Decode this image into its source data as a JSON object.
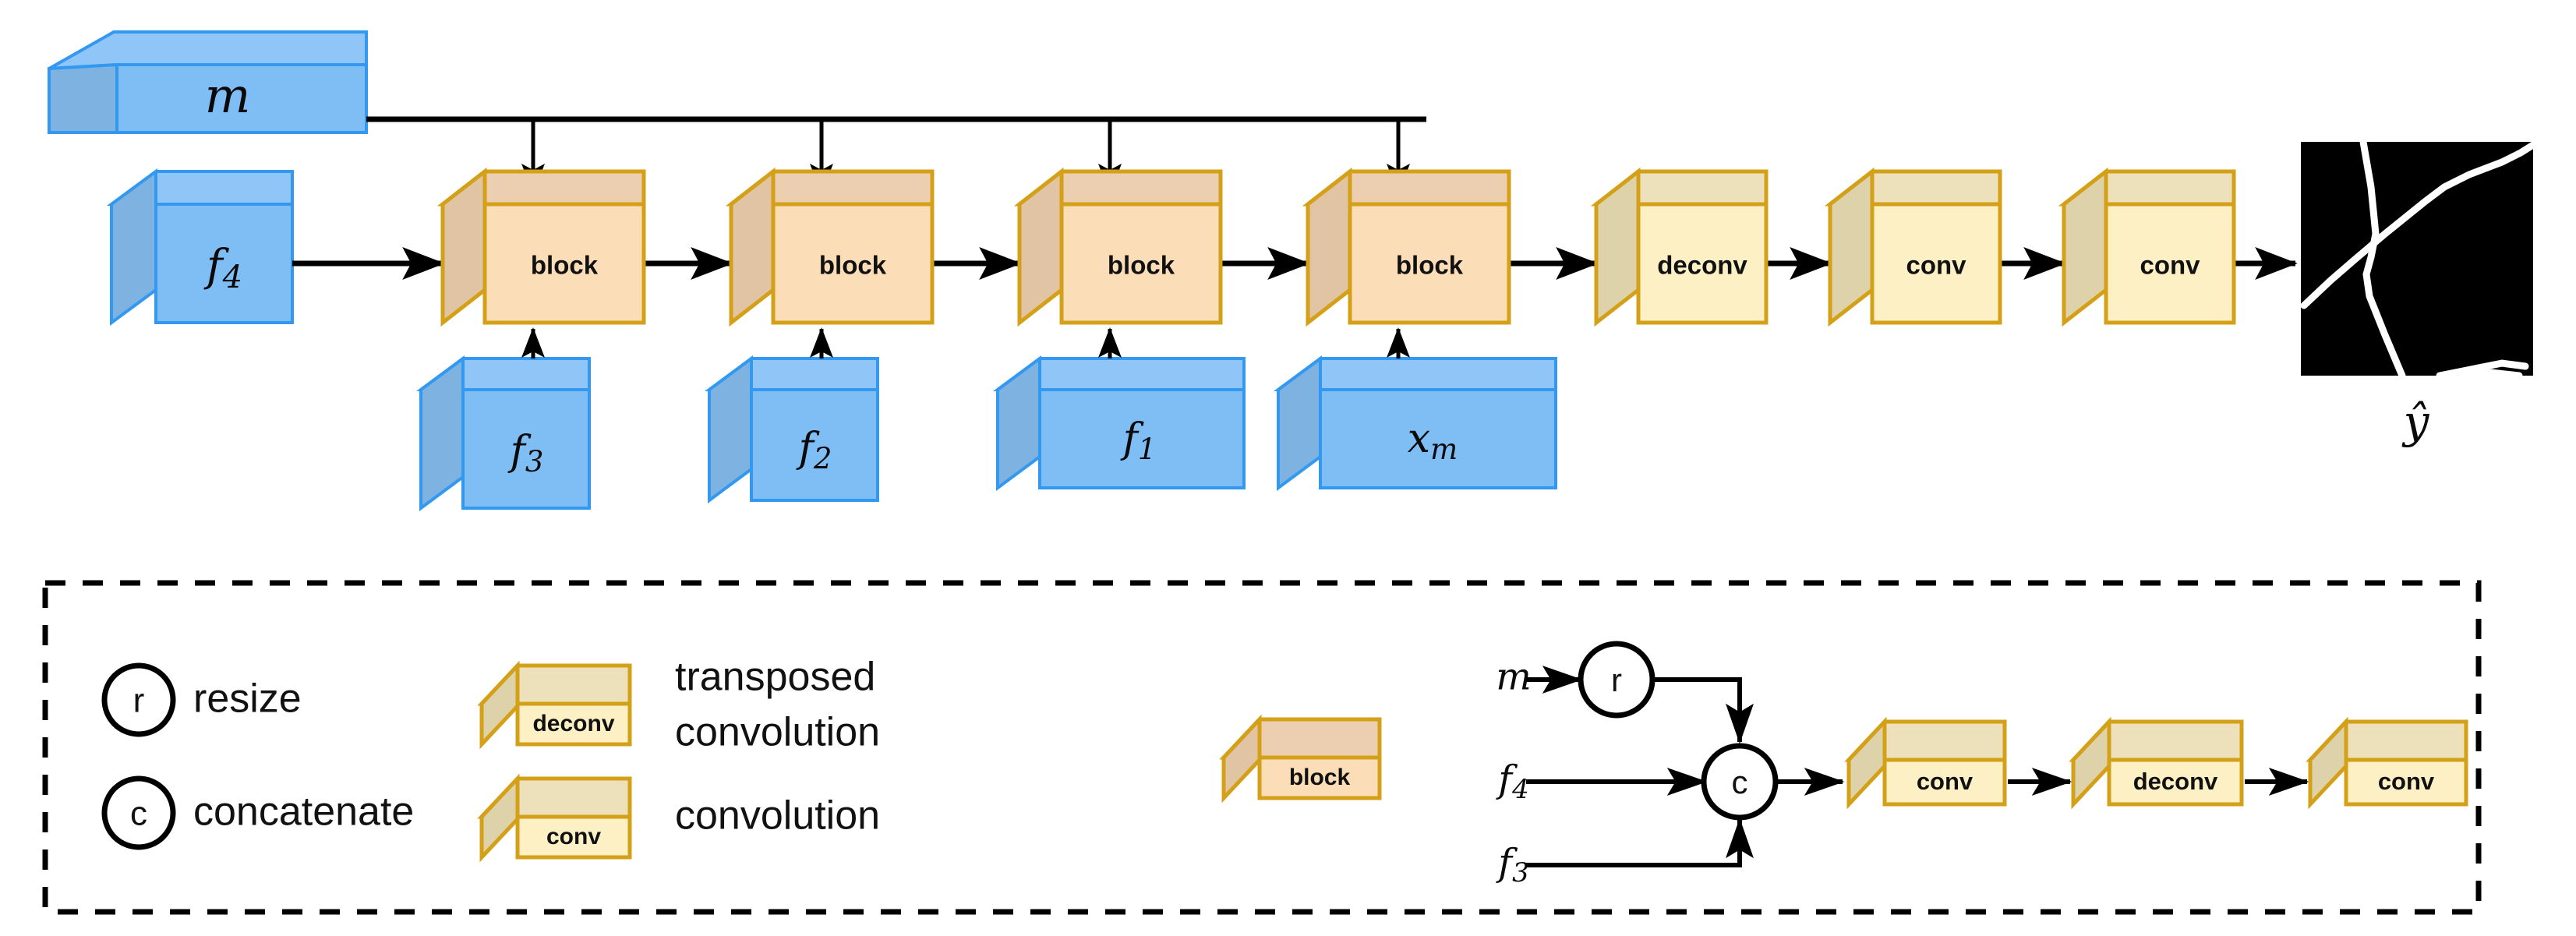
{
  "figure": {
    "title": "",
    "type": "neural-network-architecture-diagram",
    "background": "#ffffff"
  },
  "colors": {
    "blue_front": "#7fbdf5",
    "blue_top": "#8fc6f7",
    "blue_side": "#7eb2e0",
    "blue_stroke": "#3399f0",
    "block_front": "#fbddb8",
    "block_top": "#eccfb0",
    "block_side": "#e0c4a4",
    "conv_front": "#fcf0c4",
    "conv_top": "#ece1bb",
    "conv_side": "#ded2ab",
    "gold_stroke": "#d4a017",
    "arrow": "#000000",
    "image_bg": "#000000",
    "image_line": "#ffffff"
  },
  "main_flow": {
    "mask_box": {
      "label": "m",
      "kind": "blue-slab"
    },
    "feature_in": {
      "label": "f4",
      "base": "f",
      "sub": "4",
      "kind": "blue-cube"
    },
    "blocks": [
      {
        "label": "block",
        "kind": "block-cube"
      },
      {
        "label": "block",
        "kind": "block-cube"
      },
      {
        "label": "block",
        "kind": "block-cube"
      },
      {
        "label": "block",
        "kind": "block-cube"
      }
    ],
    "tail": [
      {
        "label": "deconv",
        "kind": "conv-cube"
      },
      {
        "label": "conv",
        "kind": "conv-cube"
      },
      {
        "label": "conv",
        "kind": "conv-cube"
      }
    ],
    "skip_inputs": [
      {
        "base": "f",
        "sub": "3",
        "kind": "blue-cube"
      },
      {
        "base": "f",
        "sub": "2",
        "kind": "blue-cube"
      },
      {
        "base": "f",
        "sub": "1",
        "kind": "blue-cube"
      },
      {
        "base": "x",
        "sub": "m",
        "kind": "blue-cube"
      }
    ],
    "output": {
      "label": "y-hat",
      "caption": "ŷ",
      "kind": "binary-mask-image"
    }
  },
  "legend": {
    "border_style": "dashed",
    "symbols": [
      {
        "glyph": "r",
        "text": "resize",
        "icon": "circle-r-icon"
      },
      {
        "glyph": "c",
        "text": "concatenate",
        "icon": "circle-c-icon"
      }
    ],
    "shapes": [
      {
        "box_label": "deconv",
        "text_line1": "transposed",
        "text_line2": "convolution"
      },
      {
        "box_label": "conv",
        "text_line1": "convolution",
        "text_line2": ""
      }
    ],
    "block_expansion": {
      "block_box": {
        "label": "block"
      },
      "inputs": [
        {
          "base": "m",
          "sub": ""
        },
        {
          "base": "f",
          "sub": "4"
        },
        {
          "base": "f",
          "sub": "3"
        }
      ],
      "nodes": [
        {
          "glyph": "r",
          "name": "resize-node"
        },
        {
          "glyph": "c",
          "name": "concat-node"
        }
      ],
      "chain": [
        {
          "label": "conv"
        },
        {
          "label": "deconv"
        },
        {
          "label": "conv"
        }
      ]
    }
  }
}
